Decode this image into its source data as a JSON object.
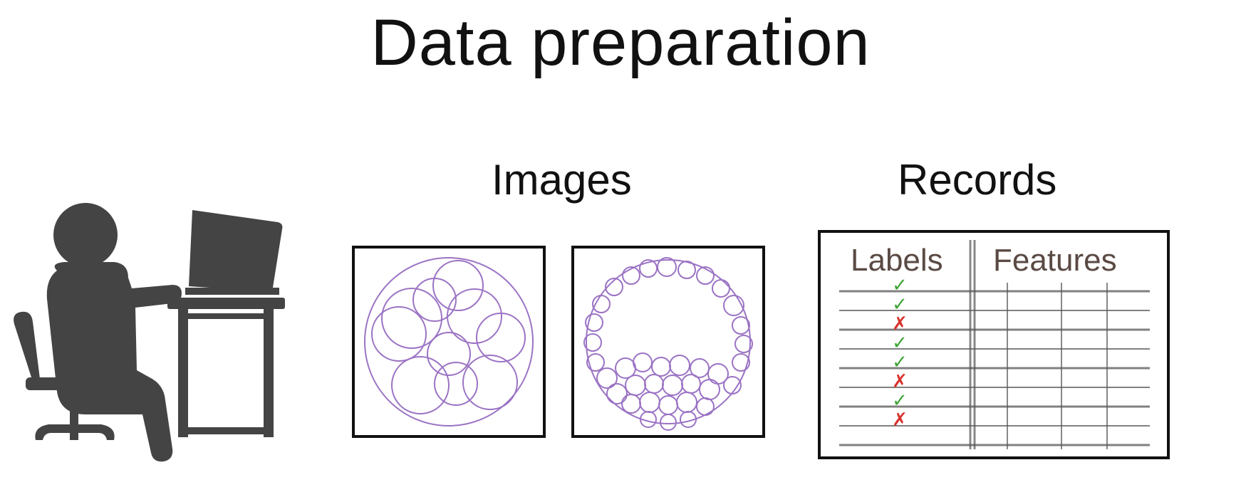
{
  "title": "Data preparation",
  "person_icon": {
    "name": "person-at-computer-icon",
    "color": "#444444"
  },
  "images": {
    "label": "Images",
    "panels": [
      {
        "name": "large-cells-image",
        "stroke": "#9b73c4"
      },
      {
        "name": "small-cells-image",
        "stroke": "#9b73c4"
      }
    ]
  },
  "records": {
    "label": "Records",
    "columns": {
      "labels": "Labels",
      "features": "Features"
    },
    "rows": [
      {
        "label": "✓",
        "status": "check"
      },
      {
        "label": "✓",
        "status": "check"
      },
      {
        "label": "✗",
        "status": "cross"
      },
      {
        "label": "✓",
        "status": "check"
      },
      {
        "label": "✓",
        "status": "check"
      },
      {
        "label": "✗",
        "status": "cross"
      },
      {
        "label": "✓",
        "status": "check"
      },
      {
        "label": "✗",
        "status": "cross"
      }
    ],
    "colors": {
      "check": "#3fa535",
      "cross": "#d8322c",
      "text": "#5a4a44"
    }
  }
}
